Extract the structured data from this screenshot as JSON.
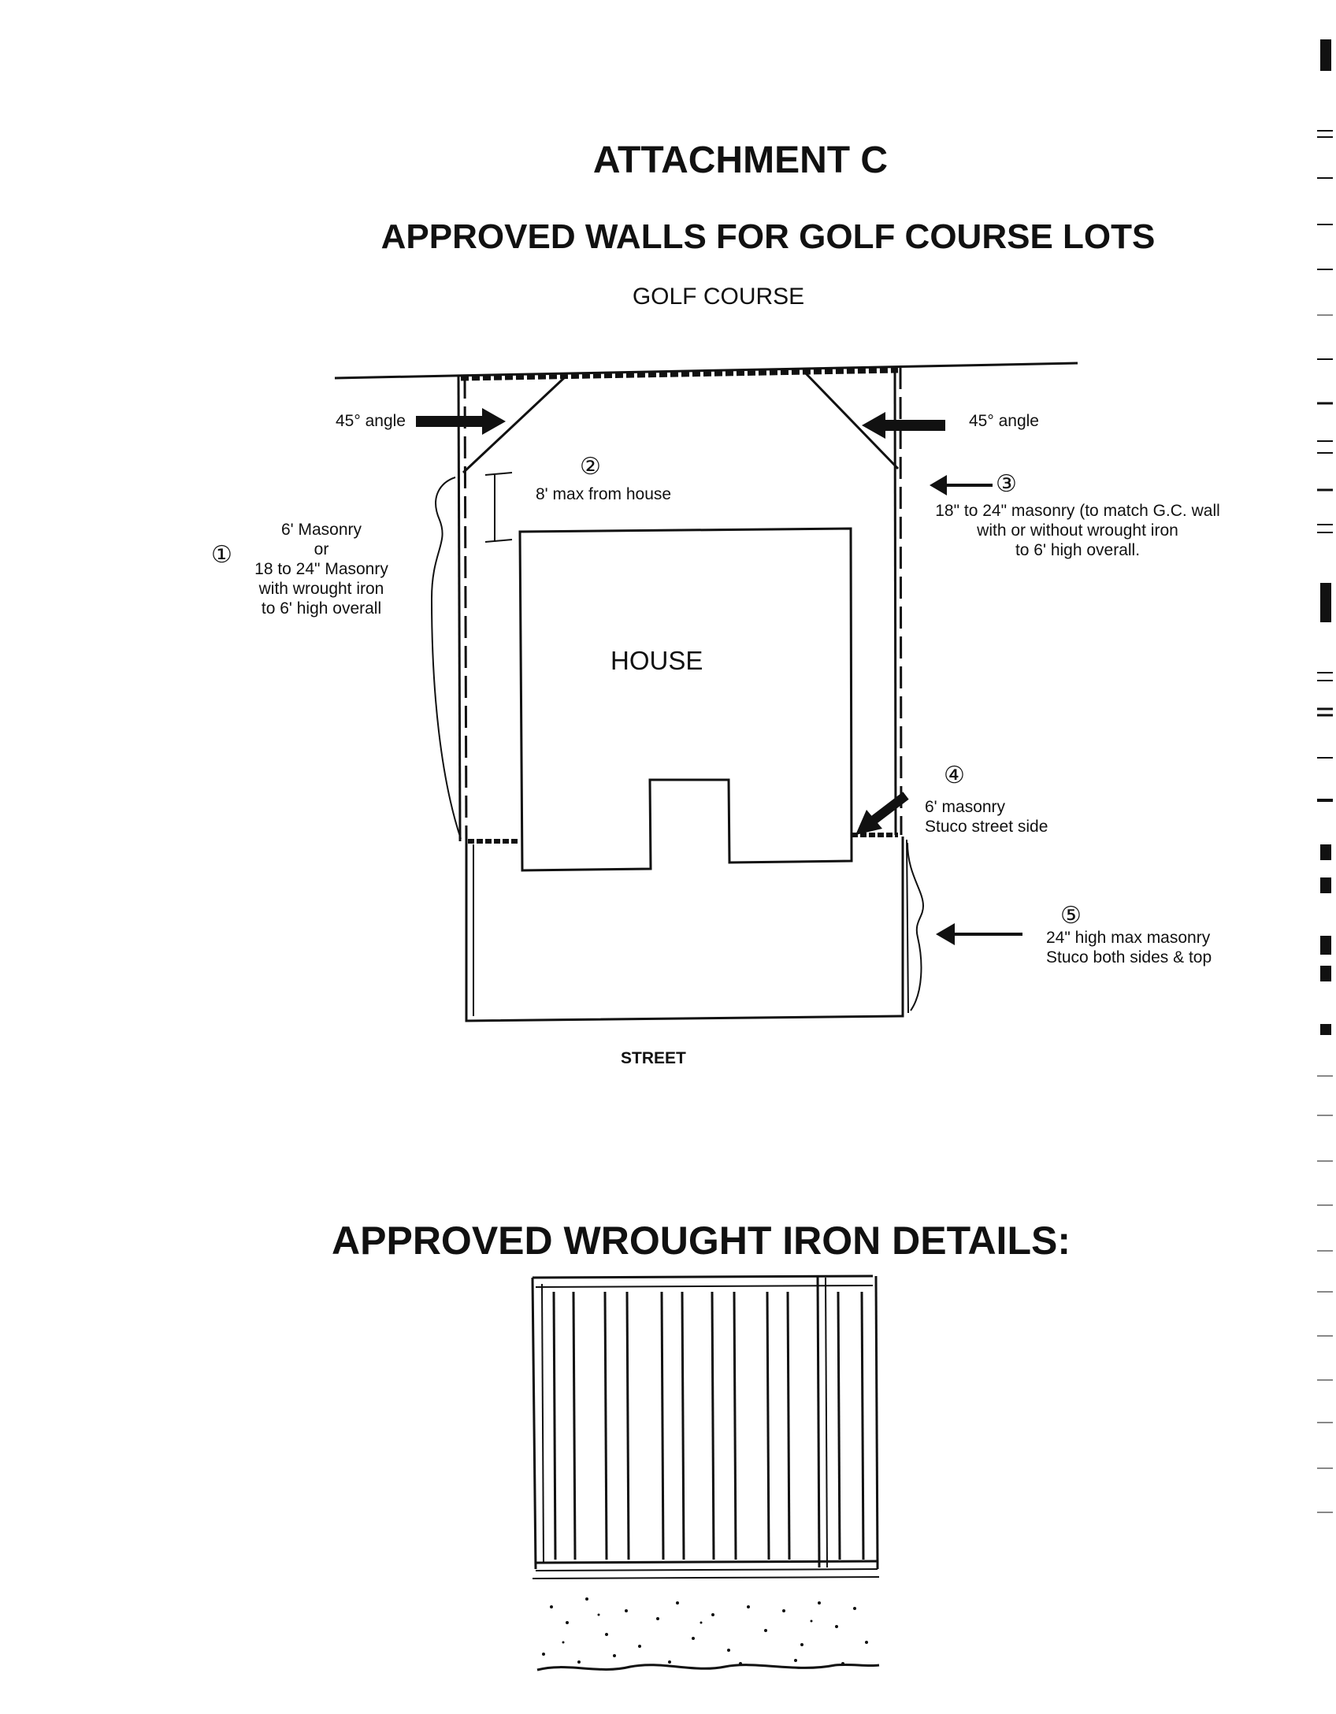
{
  "header": {
    "title": "ATTACHMENT C",
    "subtitle": "APPROVED WALLS FOR GOLF COURSE LOTS"
  },
  "plan": {
    "top_label": "GOLF COURSE",
    "bottom_label": "STREET",
    "house_label": "HOUSE",
    "angle_left": "45° angle",
    "angle_right": "45° angle",
    "callouts": [
      {
        "number": "①",
        "text": "6' Masonry\nor\n18 to 24\" Masonry\nwith wrought iron\nto 6' high overall"
      },
      {
        "number": "②",
        "text": "8' max from house"
      },
      {
        "number": "③",
        "text": "18\" to 24\" masonry (to match G.C. wall\nwith or without wrought iron\nto 6' high overall."
      },
      {
        "number": "④",
        "text": "6' masonry\nStuco street side"
      },
      {
        "number": "⑤",
        "text": "24\" high max masonry\nStuco both sides & top"
      }
    ]
  },
  "detail": {
    "heading": "APPROVED WROUGHT IRON DETAILS:"
  }
}
